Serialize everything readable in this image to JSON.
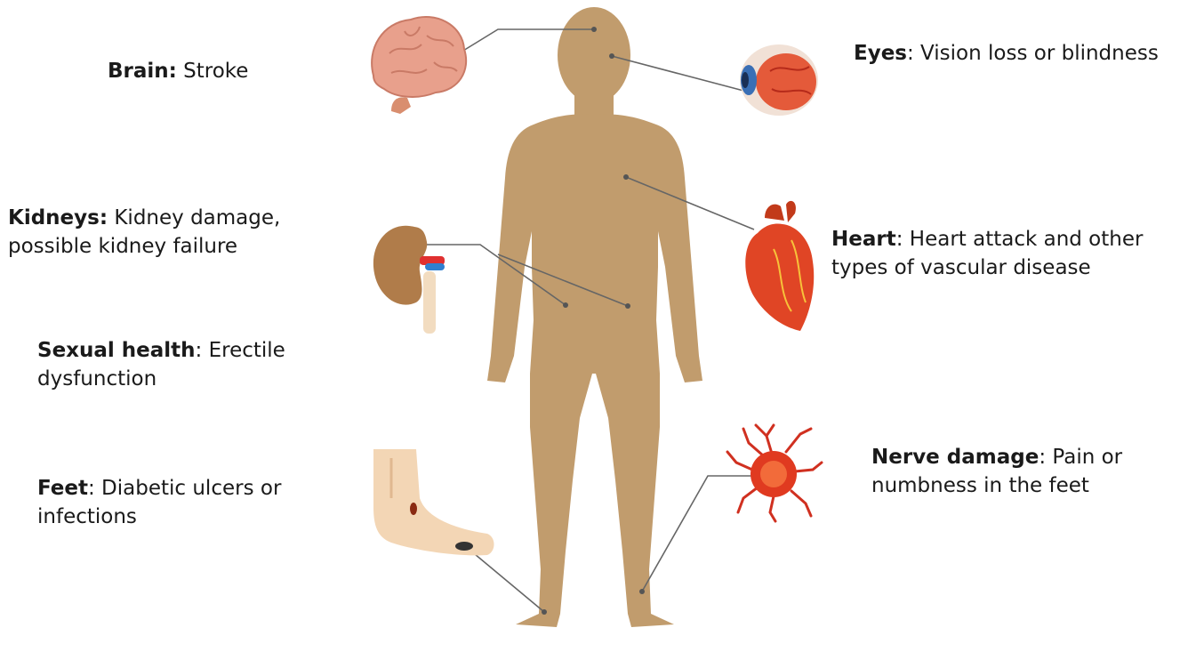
{
  "labels": {
    "brain": {
      "term": "Brain:",
      "text": " Stroke"
    },
    "eyes": {
      "term": "Eyes",
      "text": ": Vision loss or blindness"
    },
    "kidneys": {
      "term": "Kidneys:",
      "line1": " Kidney damage,",
      "line2": "possible kidney failure"
    },
    "heart": {
      "term": "Heart",
      "line1": ": Heart attack and other",
      "line2": "types of vascular disease"
    },
    "sexual": {
      "term": "Sexual health",
      "line1": ": Erectile",
      "line2": "dysfunction"
    },
    "nerve": {
      "term": "Nerve damage",
      "line1": ": Pain or",
      "line2": "numbness in the feet"
    },
    "feet": {
      "term": "Feet",
      "line1": ": Diabetic ulcers or",
      "line2": "infections"
    }
  },
  "colors": {
    "body": "#c19c6d",
    "leader_line": "#666666",
    "brain": "#e8a08c",
    "eye_iris": "#3a6fb5",
    "kidney": "#b07c4a",
    "artery": "#e03030",
    "vein": "#2f7fd0",
    "heart": "#e04525",
    "nerve": "#e03a20",
    "skin": "#f3d6b5"
  },
  "icons": [
    "brain-illustration",
    "eye-illustration",
    "kidney-illustration",
    "heart-illustration",
    "nerve-cell-illustration",
    "foot-ulcer-illustration"
  ]
}
